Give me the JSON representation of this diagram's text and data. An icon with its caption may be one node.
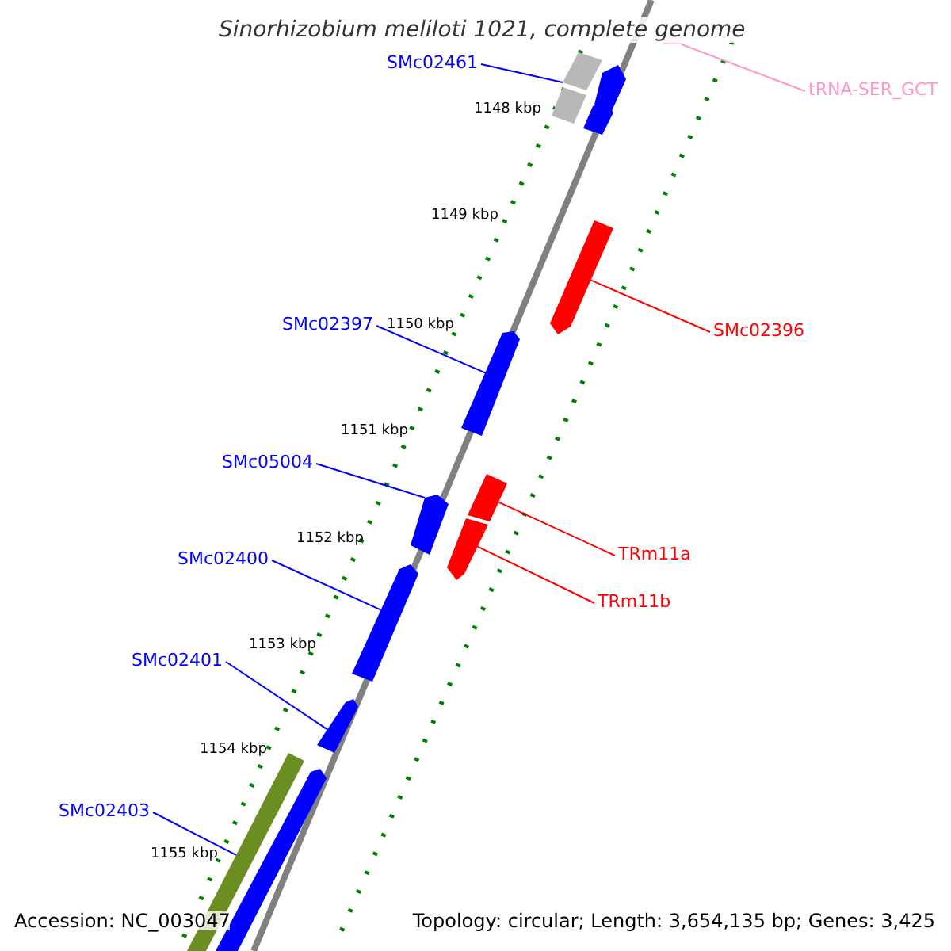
{
  "diagram": {
    "title": "Sinorhizobium meliloti 1021, complete genome",
    "nodes": [
      {
        "text": [
          "SMc02461"
        ]
      },
      {
        "text": [],
        "shape": "bar"
      },
      {
        "text": [
          "tRNA-SER_GCT"
        ]
      },
      {
        "text": [],
        "shape": "bar"
      },
      {
        "text": [
          "SMc02396"
        ]
      },
      {
        "text": [],
        "shape": "bar"
      },
      {
        "text": [
          "SMc02397"
        ]
      },
      {
        "text": [],
        "shape": "bar"
      },
      {
        "text": [
          "SMc05004"
        ]
      },
      {
        "text": [],
        "shape": "bar"
      },
      {
        "text": [
          "TRm11a"
        ]
      },
      {
        "text": [],
        "shape": "bar"
      },
      {
        "text": [
          "SMc02400"
        ]
      },
      {
        "text": [],
        "shape": "bar"
      },
      {
        "text": [
          "TRm11b"
        ]
      },
      {
        "text": [],
        "shape": "bar"
      },
      {
        "text": [
          "SMc02401"
        ]
      },
      {
        "text": [],
        "shape": "bar"
      },
      {
        "text": [
          "SMc02403"
        ]
      },
      {
        "text": [],
        "shape": "bar"
      },
      {
        "text": [],
        "shape": "bar"
      },
      {
        "text": [],
        "shape": "bar"
      },
      {
        "text": [],
        "shape": "bar"
      },
      {
        "text": [],
        "shape": "bar"
      }
    ],
    "edges": [
      {
        "from": 0,
        "to": 1,
        "arrow": "none"
      },
      {
        "from": 2,
        "to": 3,
        "arrow": "none",
        "color": "#ff99cc"
      },
      {
        "from": 4,
        "to": 5,
        "arrow": "none",
        "color": "#ff0000"
      },
      {
        "from": 6,
        "to": 7,
        "arrow": "none"
      },
      {
        "from": 8,
        "to": 9,
        "arrow": "none"
      },
      {
        "from": 10,
        "to": 11,
        "arrow": "none",
        "color": "#ff0000"
      },
      {
        "from": 12,
        "to": 13,
        "arrow": "none"
      },
      {
        "from": 14,
        "to": 15,
        "arrow": "none",
        "color": "#ff0000"
      },
      {
        "from": 16,
        "to": 17,
        "arrow": "none"
      },
      {
        "from": 18,
        "to": 19,
        "arrow": "none"
      }
    ],
    "labels": [
      "1148 kbp",
      "1149 kbp",
      "1150 kbp",
      "1151 kbp",
      "1152 kbp",
      "1153 kbp",
      "1154 kbp",
      "1155 kbp",
      "Accession: NC_003047",
      "Topology: circular; Length: 3,654,135 bp; Genes: 3,425"
    ]
  }
}
